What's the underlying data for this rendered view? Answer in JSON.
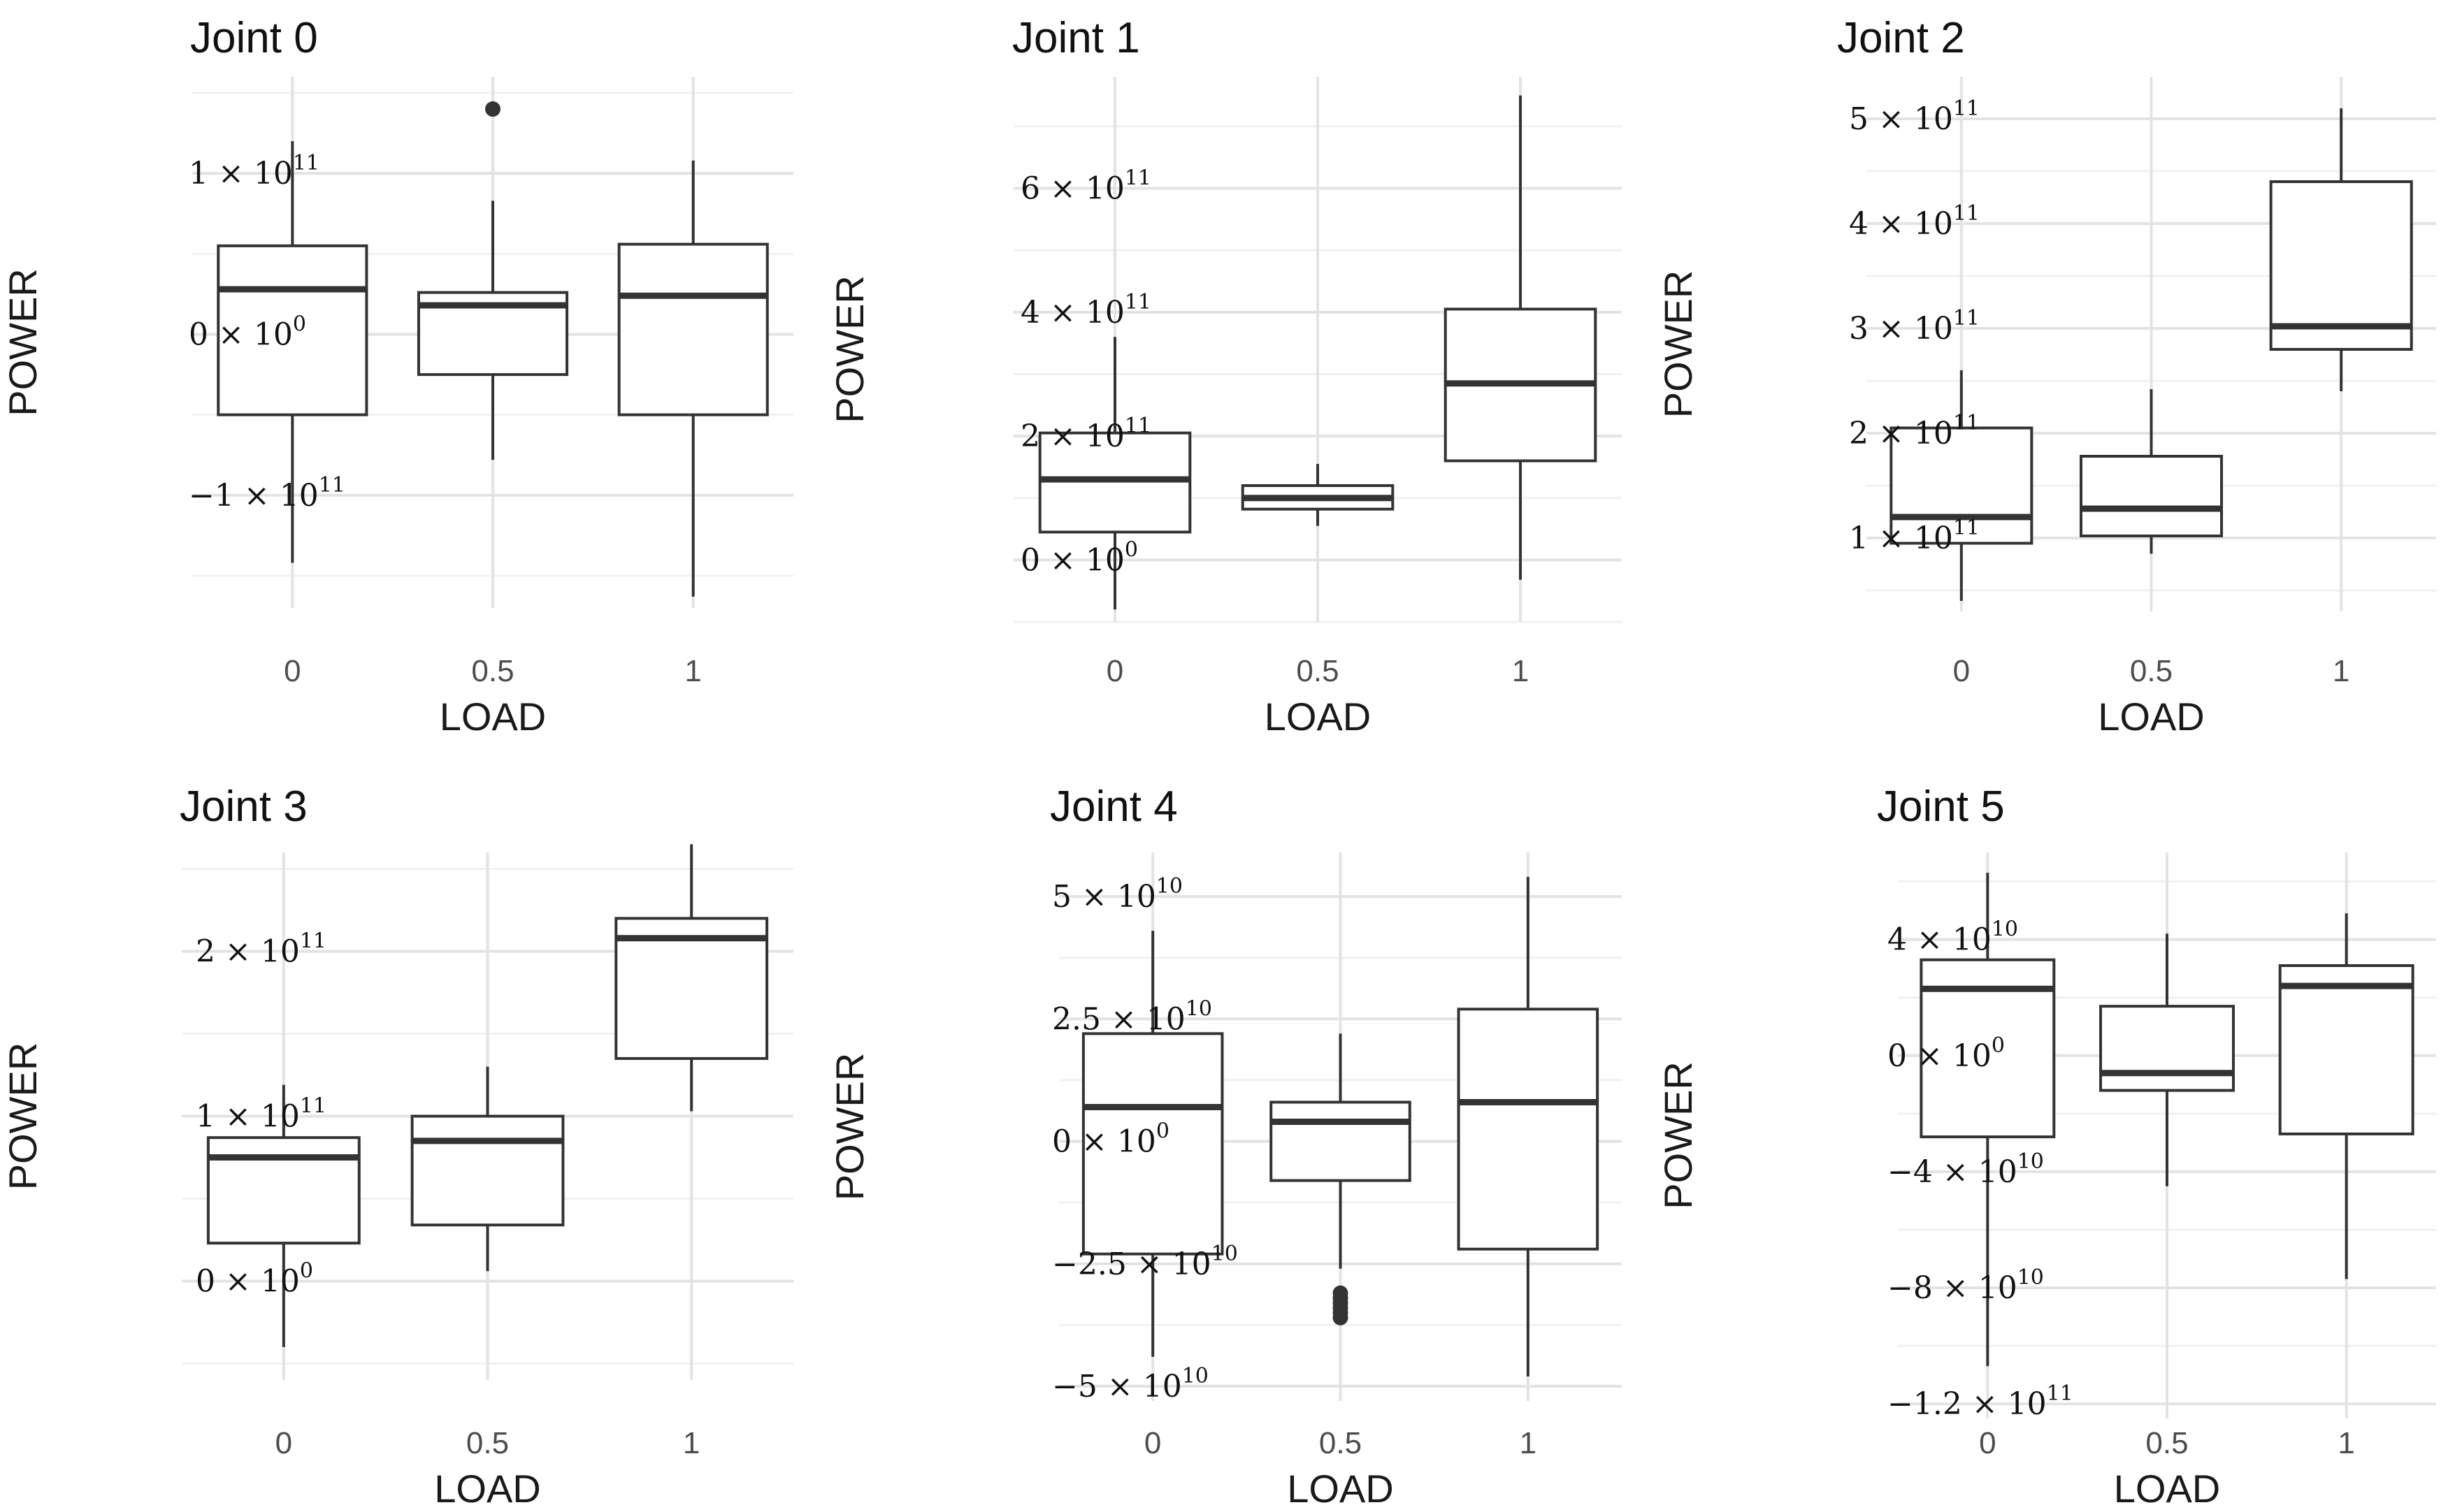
{
  "chart_data": [
    {
      "type": "box",
      "title": "Joint 0",
      "xlabel": "LOAD",
      "ylabel": "POWER",
      "categories": [
        "0",
        "0.5",
        "1"
      ],
      "ylim": [
        -170000000000.0,
        160000000000.0
      ],
      "y_ticks": [
        {
          "value": 100000000000.0,
          "mant": "1 × 10",
          "exp": "11"
        },
        {
          "value": 0,
          "mant": "0 × 10",
          "exp": "0"
        },
        {
          "value": -100000000000.0,
          "mant": "−1 × 10",
          "exp": "11"
        }
      ],
      "boxes": [
        {
          "min": -142000000000.0,
          "q1": -50000000000.0,
          "median": 28000000000.0,
          "q3": 55000000000.0,
          "max": 120000000000.0,
          "outliers": []
        },
        {
          "min": -78000000000.0,
          "q1": -25000000000.0,
          "median": 18000000000.0,
          "q3": 26000000000.0,
          "max": 83000000000.0,
          "outliers": [
            140000000000.0
          ]
        },
        {
          "min": -163000000000.0,
          "q1": -50000000000.0,
          "median": 24000000000.0,
          "q3": 56000000000.0,
          "max": 108000000000.0,
          "outliers": []
        }
      ]
    },
    {
      "type": "box",
      "title": "Joint 1",
      "xlabel": "LOAD",
      "ylabel": "POWER",
      "categories": [
        "0",
        "0.5",
        "1"
      ],
      "ylim": [
        -100000000000.0,
        780000000000.0
      ],
      "y_ticks": [
        {
          "value": 600000000000.0,
          "mant": "6 × 10",
          "exp": "11"
        },
        {
          "value": 400000000000.0,
          "mant": "4 × 10",
          "exp": "11"
        },
        {
          "value": 200000000000.0,
          "mant": "2 × 10",
          "exp": "11"
        },
        {
          "value": 0,
          "mant": "0 × 10",
          "exp": "0"
        }
      ],
      "boxes": [
        {
          "min": -80000000000.0,
          "q1": 45000000000.0,
          "median": 130000000000.0,
          "q3": 205000000000.0,
          "max": 360000000000.0,
          "outliers": []
        },
        {
          "min": 55000000000.0,
          "q1": 82000000000.0,
          "median": 100000000000.0,
          "q3": 120000000000.0,
          "max": 155000000000.0,
          "outliers": []
        },
        {
          "min": -32000000000.0,
          "q1": 160000000000.0,
          "median": 285000000000.0,
          "q3": 405000000000.0,
          "max": 750000000000.0,
          "outliers": []
        }
      ]
    },
    {
      "type": "box",
      "title": "Joint 2",
      "xlabel": "LOAD",
      "ylabel": "POWER",
      "categories": [
        "0",
        "0.5",
        "1"
      ],
      "ylim": [
        30000000000.0,
        540000000000.0
      ],
      "y_ticks": [
        {
          "value": 500000000000.0,
          "mant": "5 × 10",
          "exp": "11"
        },
        {
          "value": 400000000000.0,
          "mant": "4 × 10",
          "exp": "11"
        },
        {
          "value": 300000000000.0,
          "mant": "3 × 10",
          "exp": "11"
        },
        {
          "value": 200000000000.0,
          "mant": "2 × 10",
          "exp": "11"
        },
        {
          "value": 100000000000.0,
          "mant": "1 × 10",
          "exp": "11"
        }
      ],
      "boxes": [
        {
          "min": 40000000000.0,
          "q1": 95000000000.0,
          "median": 120000000000.0,
          "q3": 205000000000.0,
          "max": 260000000000.0,
          "outliers": []
        },
        {
          "min": 85000000000.0,
          "q1": 102000000000.0,
          "median": 128000000000.0,
          "q3": 178000000000.0,
          "max": 242000000000.0,
          "outliers": []
        },
        {
          "min": 240000000000.0,
          "q1": 280000000000.0,
          "median": 302000000000.0,
          "q3": 440000000000.0,
          "max": 510000000000.0,
          "outliers": []
        }
      ]
    },
    {
      "type": "box",
      "title": "Joint 3",
      "xlabel": "LOAD",
      "ylabel": "POWER",
      "categories": [
        "0",
        "0.5",
        "1"
      ],
      "ylim": [
        -60000000000.0,
        260000000000.0
      ],
      "y_ticks": [
        {
          "value": 200000000000.0,
          "mant": "2 × 10",
          "exp": "11"
        },
        {
          "value": 100000000000.0,
          "mant": "1 × 10",
          "exp": "11"
        },
        {
          "value": 0,
          "mant": "0 × 10",
          "exp": "0"
        }
      ],
      "boxes": [
        {
          "min": -40000000000.0,
          "q1": 23000000000.0,
          "median": 75000000000.0,
          "q3": 87000000000.0,
          "max": 119000000000.0,
          "outliers": []
        },
        {
          "min": 6000000000.0,
          "q1": 34000000000.0,
          "median": 85000000000.0,
          "q3": 100000000000.0,
          "max": 130000000000.0,
          "outliers": []
        },
        {
          "min": 103000000000.0,
          "q1": 135000000000.0,
          "median": 208000000000.0,
          "q3": 220000000000.0,
          "max": 265000000000.0,
          "outliers": []
        }
      ]
    },
    {
      "type": "box",
      "title": "Joint 4",
      "xlabel": "LOAD",
      "ylabel": "POWER",
      "categories": [
        "0",
        "0.5",
        "1"
      ],
      "ylim": [
        -53000000000.0,
        59000000000.0
      ],
      "y_ticks": [
        {
          "value": 50000000000.0,
          "mant": "5 × 10",
          "exp": "10"
        },
        {
          "value": 25000000000.0,
          "mant": "2.5 × 10",
          "exp": "10"
        },
        {
          "value": 0,
          "mant": "0 × 10",
          "exp": "0"
        },
        {
          "value": -25000000000.0,
          "mant": "−2.5 × 10",
          "exp": "10"
        },
        {
          "value": -50000000000.0,
          "mant": "−5 × 10",
          "exp": "10"
        }
      ],
      "boxes": [
        {
          "min": -44000000000.0,
          "q1": -23000000000.0,
          "median": 7000000000.0,
          "q3": 22000000000.0,
          "max": 43000000000.0,
          "outliers": []
        },
        {
          "min": -26000000000.0,
          "q1": -8000000000.0,
          "median": 4000000000.0,
          "q3": 8000000000.0,
          "max": 22000000000.0,
          "outliers": [
            -31000000000.0,
            -32000000000.0,
            -33000000000.0,
            -34000000000.0,
            -35000000000.0,
            -36000000000.0
          ]
        },
        {
          "min": -48000000000.0,
          "q1": -22000000000.0,
          "median": 8000000000.0,
          "q3": 27000000000.0,
          "max": 54000000000.0,
          "outliers": []
        }
      ]
    },
    {
      "type": "box",
      "title": "Joint 5",
      "xlabel": "LOAD",
      "ylabel": "POWER",
      "categories": [
        "0",
        "0.5",
        "1"
      ],
      "ylim": [
        -125000000000.0,
        70000000000.0
      ],
      "y_ticks": [
        {
          "value": 40000000000.0,
          "mant": "4 × 10",
          "exp": "10"
        },
        {
          "value": 0,
          "mant": "0 × 10",
          "exp": "0"
        },
        {
          "value": -40000000000.0,
          "mant": "−4 × 10",
          "exp": "10"
        },
        {
          "value": -80000000000.0,
          "mant": "−8 × 10",
          "exp": "10"
        },
        {
          "value": -120000000000.0,
          "mant": "−1.2 × 10",
          "exp": "11"
        }
      ],
      "boxes": [
        {
          "min": -107000000000.0,
          "q1": -28000000000.0,
          "median": 23000000000.0,
          "q3": 33000000000.0,
          "max": 63000000000.0,
          "outliers": []
        },
        {
          "min": -45000000000.0,
          "q1": -12000000000.0,
          "median": -6000000000.0,
          "q3": 17000000000.0,
          "max": 42000000000.0,
          "outliers": []
        },
        {
          "min": -77000000000.0,
          "q1": -27000000000.0,
          "median": 24000000000.0,
          "q3": 31000000000.0,
          "max": 49000000000.0,
          "outliers": []
        }
      ]
    }
  ]
}
